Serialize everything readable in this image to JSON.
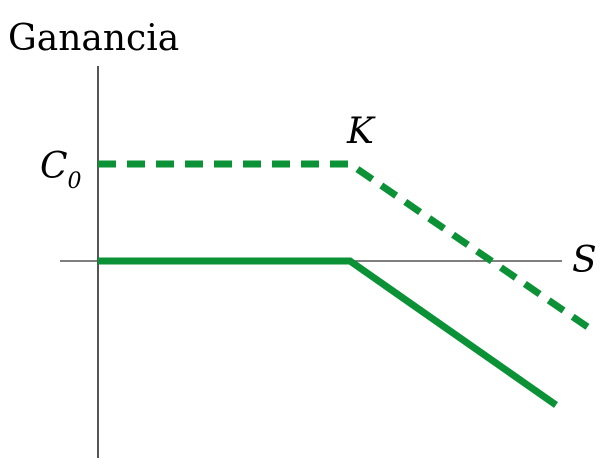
{
  "labels": {
    "y_axis": "Ganancia",
    "x_axis": "S",
    "strike": "K",
    "premium_main": "C",
    "premium_sub": "0"
  },
  "colors": {
    "payoff": "#0b9136",
    "axis": "#555555",
    "text": "#000000"
  },
  "curves": [
    {
      "style": "solid"
    },
    {
      "style": "dashed"
    }
  ]
}
